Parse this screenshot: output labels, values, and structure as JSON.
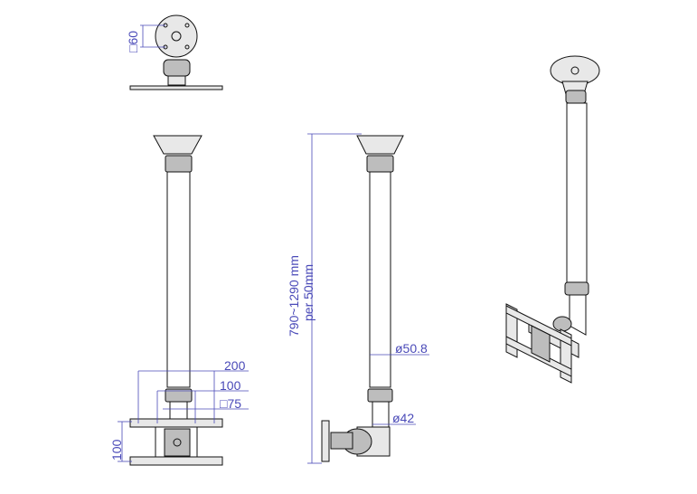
{
  "dimensions": {
    "top_square": "□60",
    "width_200": "200",
    "width_100": "100",
    "square_75": "□75",
    "height_100": "100",
    "height_range": "790~1290  mm",
    "height_step": "per  50mm",
    "tube_diameter": "ø50.8",
    "lower_tube_diameter": "ø42"
  },
  "colors": {
    "dimension": "#4a4ab8",
    "line": "#111111"
  }
}
